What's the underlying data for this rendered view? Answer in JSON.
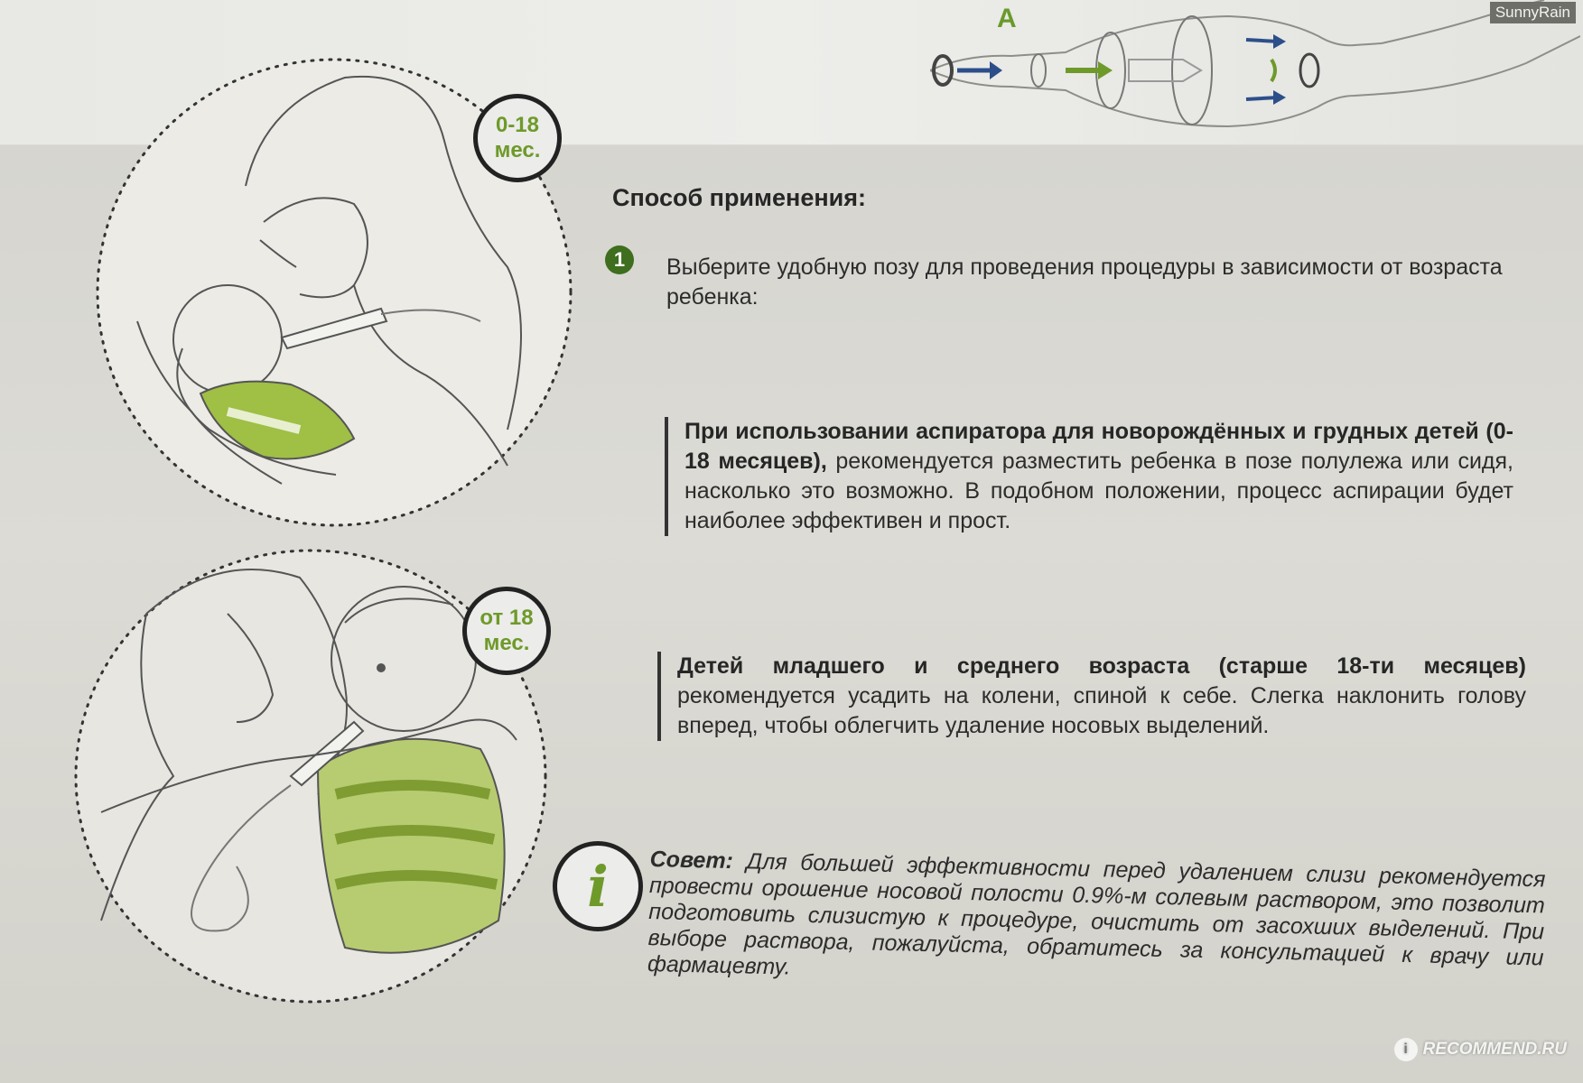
{
  "watermark": "SunnyRain",
  "footer_watermark": "RECOMMEND.RU",
  "diagram": {
    "label": "A"
  },
  "badges": {
    "infant": {
      "line1": "0-18",
      "line2": "мес."
    },
    "older": {
      "line1": "от 18",
      "line2": "мес."
    }
  },
  "heading": "Способ применения:",
  "step1": {
    "number": "1",
    "text": "Выберите удобную позу для проведения процедуры в зависимости от возраста ребенка:"
  },
  "infant_section": {
    "bold": "При использовании аспиратора для новорождённых и грудных детей (0-18 месяцев),",
    "text": " рекомендуется разместить ребенка в позе полулежа или сидя, насколько это возможно. В подобном положении, процесс аспирации будет наиболее эффективен и прост."
  },
  "older_section": {
    "bold": "Детей младшего и среднего возраста (старше 18-ти месяцев)",
    "text": " рекомендуется усадить на колени, спиной к себе. Слегка наклонить голову вперед, чтобы облегчить удаление носовых выделений."
  },
  "info_icon": "i",
  "advice": {
    "bold": "Совет:",
    "text": " Для большей эффективности перед удалением слизи рекомендуется провести орошение носовой полости 0.9%-м солевым раствором, это позволит подготовить слизистую к процедуре, очистить от засохших выделений. При выборе раствора, пожалуйста, обратитесь за консультацией к врачу или фармацевту."
  },
  "colors": {
    "accent_green": "#6e9a2a",
    "dark_green": "#3e6e1e",
    "text": "#2c2c2c"
  },
  "icons": [
    "nasal-aspirator-diagram",
    "mother-with-infant-illustration",
    "mother-with-toddler-illustration",
    "info-icon"
  ]
}
